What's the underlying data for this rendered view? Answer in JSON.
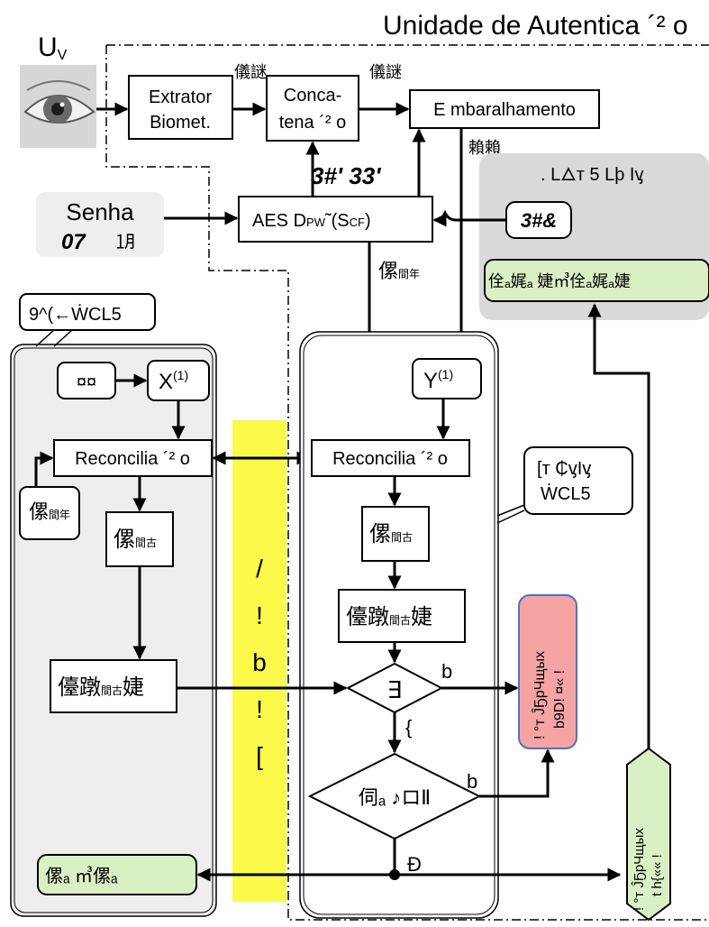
{
  "title": "Unidade de Autentica ´² o",
  "user_label": "U",
  "user_sub": "V",
  "extractor": [
    "Extrator",
    "Biomet."
  ],
  "concat": [
    "Conca-",
    "tena ´² o"
  ],
  "shuffle": "E mbaralhamento",
  "glyph_a": "儀謎",
  "glyph_b": "儀謎",
  "glyph_c": "賴賴",
  "aes_out1": "3#' 33'",
  "aes": "AES   D",
  "aes_sub": "PW",
  "aes_tail": "˜(S",
  "aes_tail_sub": "CF",
  "aes_end": ")",
  "senha": "Senha",
  "senha_sub": "07",
  "senha_symbol": "㋀",
  "glyph_d": "傫",
  "glyph_d_sub": "間年",
  "right_header": ". L🜂т 5 Lþ Iᶌ",
  "key_label": "3#&",
  "right_result": "佺ₐ娓ₐ 婕㎥佺ₐ娓ₐ婕",
  "left_tab": "9^(←ẆCL5",
  "left_input": "¤¤",
  "x_label": "X",
  "x_sup": "(1)",
  "y_label": "Y",
  "y_sup": "(1)",
  "recon_left": "Reconcilia ´² o",
  "recon_right": "Reconcilia ´² o",
  "glyph_side": "傫",
  "glyph_side_sub": "間年",
  "glyph_l1": "傫",
  "glyph_l1_sub": "間古",
  "glyph_l2": "儓蹾",
  "glyph_l2_sub": "間古",
  "glyph_l2_tail": "婕",
  "glyph_r1": "傫",
  "glyph_r1_sub": "間古",
  "glyph_r2": "儓蹾",
  "glyph_r2_sub": "間古",
  "glyph_r2_tail": "婕",
  "diamond1": "∃",
  "diamond1_b": "b",
  "diamond1_down": "{",
  "diamond2": "伺ₐ ♪ロⅡ",
  "diamond2_b": "b",
  "diamond2_bottom": "Ð",
  "right_tab": [
    "[т ₵ᶌIᶌ",
    "ẆCL5"
  ],
  "channel": [
    "/",
    "!",
    "b",
    "!",
    "["
  ],
  "red_box": [
    "! °т ĴҔрЧщых",
    "b9D! ¤« !"
  ],
  "hex_box": [
    "! °т ĴҔрЧщых",
    "t h{«« !"
  ],
  "green_left": "傫ₐ ㎥傫ₐ",
  "colors": {
    "gray_panel": "#eeeeee",
    "gray_block": "#d9d9d9",
    "yellow": "#fbf94a",
    "green": "#d9f0c4",
    "red": "#f5a3a3",
    "red_border": "#4f6fc6"
  }
}
